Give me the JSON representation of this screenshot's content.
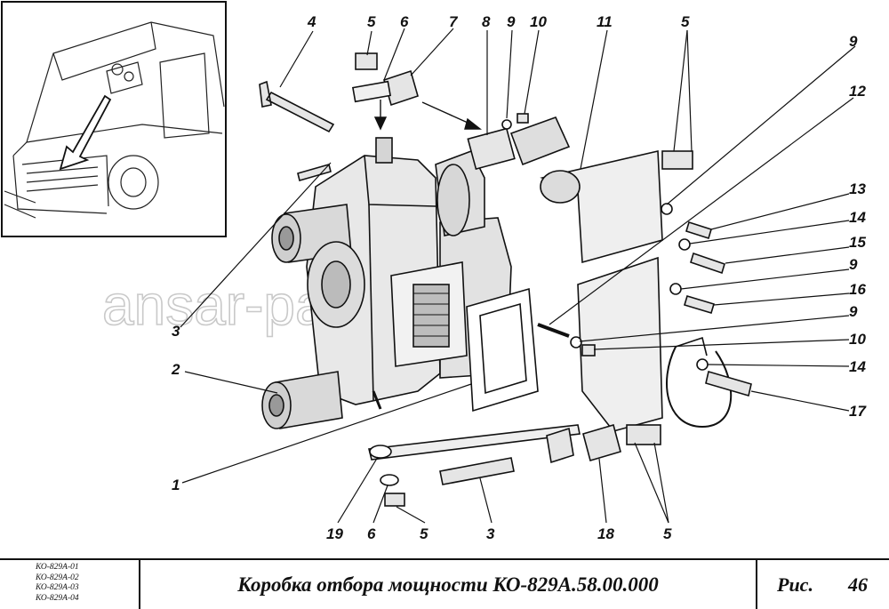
{
  "watermark": "ansar-parts.ru",
  "callouts": [
    {
      "id": "c4",
      "text": "4"
    },
    {
      "id": "c5a",
      "text": "5"
    },
    {
      "id": "c6a",
      "text": "6"
    },
    {
      "id": "c7",
      "text": "7"
    },
    {
      "id": "c8",
      "text": "8"
    },
    {
      "id": "c9a",
      "text": "9"
    },
    {
      "id": "c10a",
      "text": "10"
    },
    {
      "id": "c11",
      "text": "11"
    },
    {
      "id": "c5b",
      "text": "5"
    },
    {
      "id": "c9b",
      "text": "9"
    },
    {
      "id": "c12",
      "text": "12"
    },
    {
      "id": "c13",
      "text": "13"
    },
    {
      "id": "c14a",
      "text": "14"
    },
    {
      "id": "c15",
      "text": "15"
    },
    {
      "id": "c9c",
      "text": "9"
    },
    {
      "id": "c16",
      "text": "16"
    },
    {
      "id": "c9d",
      "text": "9"
    },
    {
      "id": "c10b",
      "text": "10"
    },
    {
      "id": "c14b",
      "text": "14"
    },
    {
      "id": "c17",
      "text": "17"
    },
    {
      "id": "c3a",
      "text": "3"
    },
    {
      "id": "c2",
      "text": "2"
    },
    {
      "id": "c1",
      "text": "1"
    },
    {
      "id": "c19",
      "text": "19"
    },
    {
      "id": "c6b",
      "text": "6"
    },
    {
      "id": "c5c",
      "text": "5"
    },
    {
      "id": "c3b",
      "text": "3"
    },
    {
      "id": "c18",
      "text": "18"
    },
    {
      "id": "c5d",
      "text": "5"
    }
  ],
  "titleblock": {
    "models": [
      "КО-829А-01",
      "КО-829А-02",
      "КО-829А-03",
      "КО-829А-04"
    ],
    "title": "Коробка отбора мощности КО-829А.58.00.000",
    "fig_word": "Рис.",
    "fig_number": "46"
  }
}
